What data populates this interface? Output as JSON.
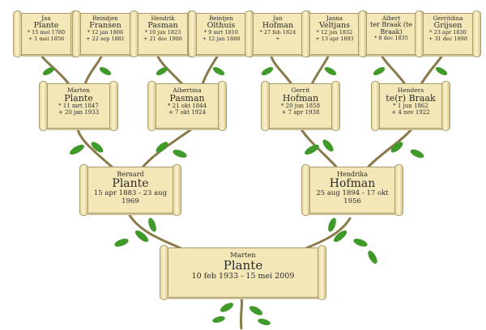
{
  "ancestors": [
    {
      "given": "Jan",
      "family": "Plante",
      "born": "* 15 mei 1780",
      "died": "+ 1 mei 1856"
    },
    {
      "given": "Reindjen",
      "family": "Fransen",
      "born": "* 12 jan 1806",
      "died": "+ 22 sep 1881"
    },
    {
      "given": "Hendrik",
      "family": "Pasman",
      "born": "* 10 jun 1823",
      "died": "+ 21 dec 1906"
    },
    {
      "given": "Beintjen",
      "family": "Olthuis",
      "born": "* 9 mrt 1810",
      "died": "+ 12 jun 1888"
    },
    {
      "given": "Jan",
      "family": "Hofman",
      "born": "* 27 feb 1824",
      "died": "+"
    },
    {
      "given": "Janna",
      "family": "Veltjans",
      "born": "* 12 jun 1832",
      "died": "+ 13 apr 1893"
    },
    {
      "given": "Albert",
      "family": "ter Braak (te Braak)",
      "born": "* 8 dec 1835",
      "died": ""
    },
    {
      "given": "Gerritdina",
      "family": "Grijsen",
      "born": "* 23 apr 1830",
      "died": "+ 31 dec 1898"
    }
  ],
  "grandparents": [
    {
      "given": "Marten",
      "family": "Plante",
      "born": "* 11 mrt 1847",
      "died": "+ 20 jan 1933"
    },
    {
      "given": "Albertina",
      "family": "Pasman",
      "born": "* 21 okt 1844",
      "died": "+ 7 okt 1924"
    },
    {
      "given": "Gerrit",
      "family": "Hofman",
      "born": "* 20 jun 1858",
      "died": "+ 7 apr 1938"
    },
    {
      "given": "Henders",
      "family": "te(r) Braak",
      "born": "* 1 jun 1862",
      "died": "+ 4 nov 1922"
    }
  ],
  "parents": [
    {
      "given": "Bernard",
      "family": "Plante",
      "lifespan": "15 apr 1883 - 23 aug 1969"
    },
    {
      "given": "Hendrika",
      "family": "Hofman",
      "lifespan": "25 aug 1894 - 17 okt 1956"
    }
  ],
  "root": {
    "given": "Marten",
    "family": "Plante",
    "lifespan": "10 feb 1933 - 15 mei 2009"
  },
  "colors": {
    "scroll": "#f3e7b7",
    "leaf": "#3f9a2a",
    "leaf_dark": "#2f7a1f",
    "branch": "#8a7a4a"
  }
}
